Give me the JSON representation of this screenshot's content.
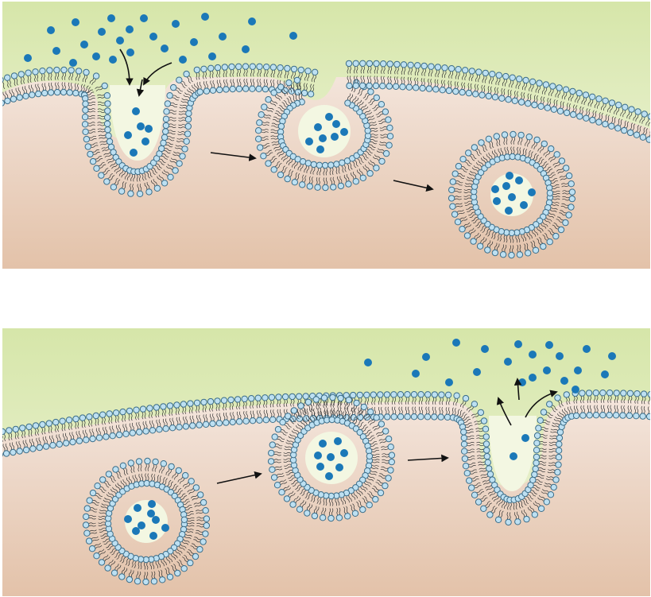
{
  "diagrams": [
    {
      "id": "endocytosis",
      "stages": 3
    },
    {
      "id": "exocytosis",
      "stages": 3
    }
  ],
  "colors": {
    "outside": "#d6e6a9",
    "inside": "#e3c2a9",
    "head": "#bde0f2",
    "head_stroke": "#3a6c88",
    "molecule": "#1b78b8",
    "lumen": "#f3f7e2",
    "arrow": "#111111"
  },
  "icons": [
    "arrow-right-icon",
    "molecule-dot-icon",
    "lipid-bilayer-icon",
    "vesicle-icon"
  ]
}
